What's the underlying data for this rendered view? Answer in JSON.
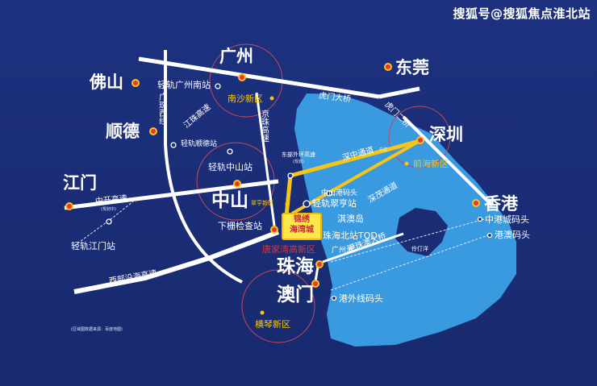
{
  "watermark": "搜狐号@搜狐焦点淮北站",
  "source_note": "(区域图数据来源：百度地图)",
  "project": {
    "line1": "锦绣",
    "line2": "海湾城"
  },
  "cities": {
    "foshan": "佛山",
    "guangzhou": "广州",
    "dongguan": "东莞",
    "shunde": "顺德",
    "shenzhen": "深圳",
    "jiangmen": "江门",
    "zhongshan": "中山",
    "xianggang": "香港",
    "zhuhai": "珠海",
    "aomen": "澳门"
  },
  "stations": {
    "guangzhou_south": "轻轨广州南站",
    "shunde_station": "轻轨顺德站",
    "zhongshan_station": "轻轨中山站",
    "jiangmen_station": "轻轨江门站",
    "cuiheng": "轻轨翠亨站",
    "xiazha": "下栅检查站",
    "zhuhai_north_tod": "珠海北站TOD",
    "guangzhou_port": "广州港",
    "zhongshan_port": "中山港码头",
    "zhonggang_pier": "中港城码头",
    "gangao_pier": "港澳码头",
    "gangwai_pier": "港外线码头"
  },
  "zones": {
    "nansha": "南沙新区",
    "qianhai": "前海新区",
    "cuiheng_new": "翠亨新区",
    "hengqin": "横琴新区",
    "tangjia": "唐家湾高新区"
  },
  "places": {
    "qiao": "淇澳岛",
    "lingding": "伶仃洋"
  },
  "roads": {
    "humen": "虎门大桥",
    "guangzhu_west": "广珠西线",
    "jingzhu": "京珠高速",
    "jiangzhu": "江珠高速",
    "zhongkai": "中开高速",
    "planning": "(规划中)",
    "west_coast": "西部沿海高速",
    "shenzhong": "深中通道",
    "shenmao": "深茂通道",
    "gangzhuao": "港珠澳大桥",
    "east_ring": "东部外环高速",
    "east_ring_sub": "(规划)",
    "huyang": "虎门二桥",
    "shenzhong_tag": "在建"
  },
  "colors": {
    "bg": "#1c2f7a",
    "sea": "#3a9ae0",
    "gold": "#f5c518",
    "red": "#e8333a"
  }
}
